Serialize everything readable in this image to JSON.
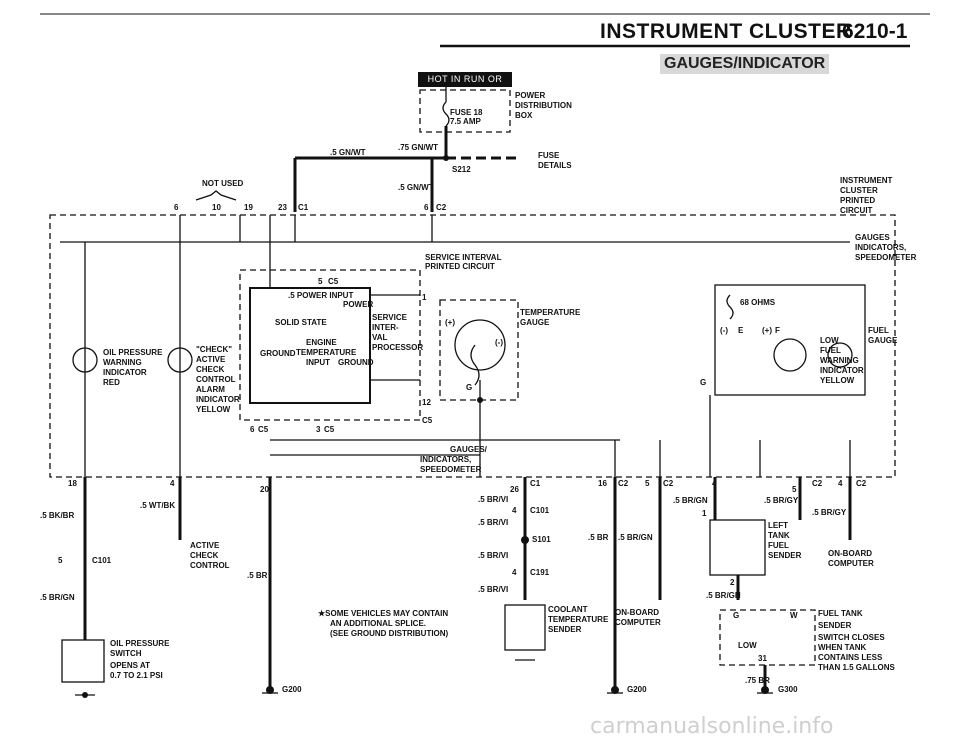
{
  "header": {
    "title": "INSTRUMENT CLUSTER",
    "page_number": "6210-1",
    "subtitle": "GAUGES/INDICATOR",
    "badge": "HOT IN RUN OR START"
  },
  "labels": {
    "fuse": "FUSE 18",
    "fuse_amp": "7.5 AMP",
    "power_dist": [
      "POWER",
      "DISTRIBUTION",
      "BOX"
    ],
    "w_gnwt_1": ".5 GN/WT",
    "w_gnwt_2": ".75 GN/WT",
    "w_gnwt_3": ".5 GN/WT",
    "s212": "S212",
    "fuse_details": [
      "FUSE",
      "DETAILS"
    ],
    "not_used": "NOT USED",
    "pins_top": [
      "6",
      "10",
      "19",
      "23",
      "C1",
      "6",
      "C2"
    ],
    "cluster": [
      "INSTRUMENT",
      "CLUSTER",
      "PRINTED",
      "CIRCUIT"
    ],
    "gauges_top": [
      "GAUGES",
      "INDICATORS,",
      "SPEEDOMETER"
    ],
    "service_interval": "SERVICE INTERVAL",
    "printed_circuit": "PRINTED CIRCUIT",
    "c5_top": "C5",
    "pin5": "5",
    "power_input": ".5 POWER INPUT",
    "power": "POWER",
    "solid_state": "SOLID STATE",
    "engine_temp": [
      "ENGINE",
      "TEMPERATURE",
      "INPUT"
    ],
    "ground_l": "GROUND",
    "ground_r": "GROUND",
    "sip": [
      "SERVICE",
      "INTER-",
      "VAL",
      "PROCESSOR"
    ],
    "temp_gauge": [
      "TEMPERATURE",
      "GAUGE"
    ],
    "ohms": "68 OHMS",
    "plus": "(+)",
    "minus": "(-)",
    "g": "G",
    "e": "E",
    "f": "F",
    "oil_pressure": [
      "OIL PRESSURE",
      "WARNING",
      "INDICATOR",
      "RED"
    ],
    "check": [
      "\"CHECK\"",
      "ACTIVE",
      "CHECK",
      "CONTROL",
      "ALARM",
      "INDICATOR",
      "YELLOW"
    ],
    "low_fuel": [
      "LOW",
      "FUEL",
      "WARNING",
      "INDICATOR",
      "YELLOW"
    ],
    "fuel_gauge": [
      "FUEL",
      "GAUGE"
    ],
    "pins_mid": [
      "1",
      "12",
      "C5",
      "6",
      "C5",
      "3",
      "C5"
    ],
    "gauges_mid": [
      "GAUGES/",
      "INDICATORS,",
      "SPEEDOMETER"
    ],
    "bottom_pins": [
      "18",
      "4",
      "20",
      "26",
      "C1",
      "16",
      "C2",
      "5",
      "C2",
      "4",
      "5",
      "C2",
      "4",
      "C2"
    ],
    "w_wtbk": ".5 WT/BK",
    "w_bkbr": ".5 BK/BR",
    "acc": [
      "ACTIVE",
      "CHECK",
      "CONTROL"
    ],
    "c101": "C101",
    "pin5b": "5",
    "w_brgn": ".5 BR/GN",
    "oil_switch": [
      "OIL PRESSURE",
      "SWITCH",
      "OPENS AT",
      "0.7 TO 2.1 PSI"
    ],
    "w_br": ".5 BR",
    "g200": "G200",
    "note": [
      "★SOME VEHICLES MAY CONTAIN",
      "AN ADDITIONAL SPLICE.",
      "(SEE GROUND DISTRIBUTION)"
    ],
    "w_brvi": [
      ".5 BR/VI",
      ".5 BR/VI",
      ".5 BR/VI",
      ".5 BR/VI"
    ],
    "c101b": "C101",
    "pin4": "4",
    "s101": "S101",
    "c191": "C191",
    "pin4b": "4",
    "coolant": [
      "COOLANT",
      "TEMPERATURE",
      "SENDER"
    ],
    "w_br2": ".5 BR",
    "w_brgn2": ".5 BR/GN",
    "w_brgn3": ".5 BR/GN",
    "w_brgy": ".5 BR/GY",
    "w_brgy2": ".5 BR/GY",
    "onboard": [
      "ON-BOARD",
      "COMPUTER"
    ],
    "onboard2": [
      "ON-BOARD",
      "COMPUTER"
    ],
    "left_tank": [
      "LEFT",
      "TANK",
      "FUEL",
      "SENDER"
    ],
    "pin1": "1",
    "pin2": "2",
    "w_brgn4": ".5 BR/GN",
    "fuel_tank": [
      "FUEL TANK",
      "SENDER",
      "SWITCH CLOSES",
      "WHEN TANK",
      "CONTAINS LESS",
      "THAN 1.5 GALLONS"
    ],
    "g_w": [
      "G",
      "W"
    ],
    "low_switch": "LOW",
    "pin31": "31",
    "w_br75": ".75 BR",
    "g200b": "G200",
    "g300": "G300"
  },
  "watermark": "carmanualsonline.info"
}
